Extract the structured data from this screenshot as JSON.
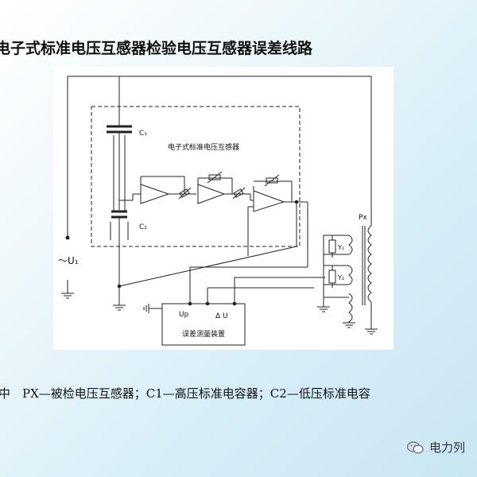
{
  "title": "电子式标准电压互感器检验电压互感器误差线路",
  "labels": {
    "c1": "C₁",
    "c2": "C₂",
    "box_title": "电子式标准电压互感器",
    "source": "～U₁",
    "px": "Px",
    "y1": "Y₁",
    "y2": "Y₂",
    "up": "Up",
    "du": "Δ U",
    "device": "误差测量装置"
  },
  "caption": "中　PX—被检电压互感器；C1—高压标准电容器；C2—低压标准电容",
  "watermark": {
    "text": "电力列",
    "icon": "wechat-icon"
  }
}
